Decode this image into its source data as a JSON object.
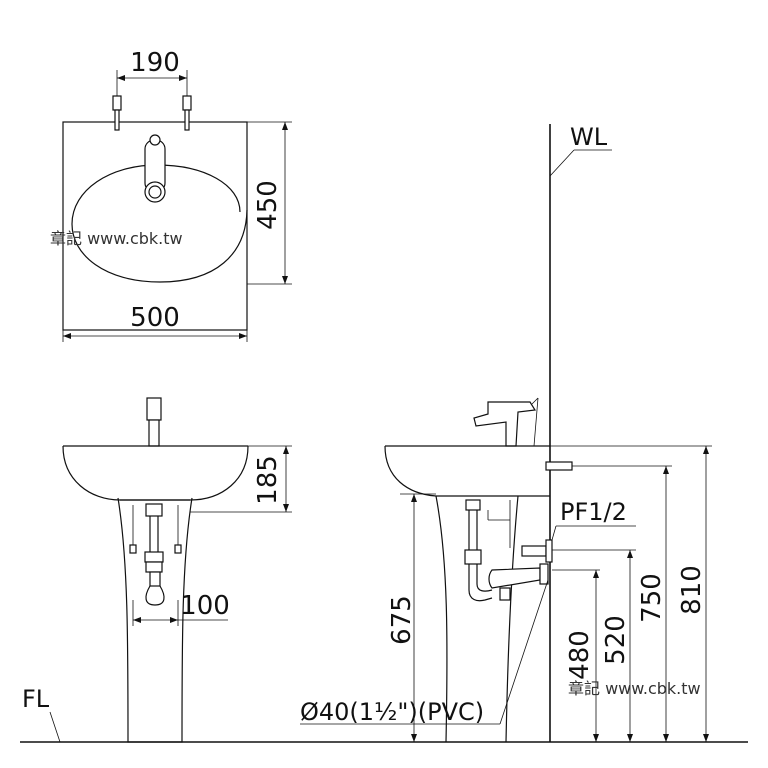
{
  "watermark": "章記 www.cbk.tw",
  "top_view": {
    "faucet_spacing": "190",
    "depth": "450",
    "width": "500"
  },
  "front_view": {
    "basin_height": "185",
    "pedestal_width": "100"
  },
  "side_view": {
    "wall_line": "WL",
    "floor_line": "FL",
    "supply_fitting": "PF1/2",
    "pedestal_height": "675",
    "drain_height": "480",
    "supply_height": "520",
    "rim_height": "750",
    "overall_height": "810",
    "drain_pipe": "Ø40(1½\")(PVC)"
  }
}
